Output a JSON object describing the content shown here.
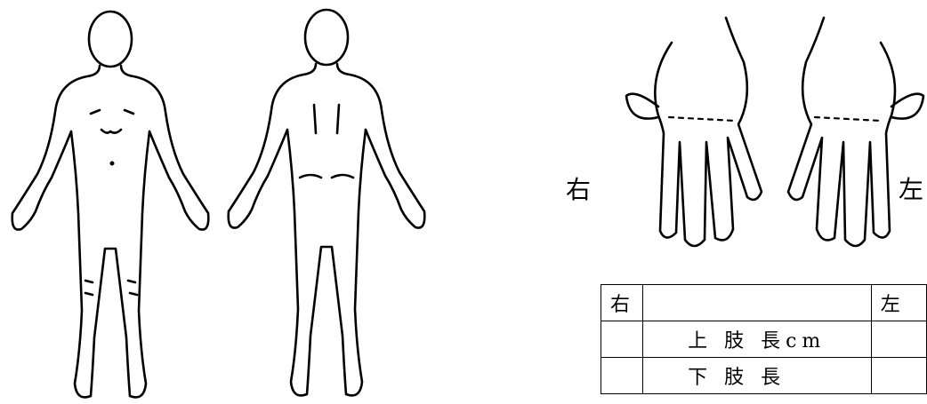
{
  "hands": {
    "right_label": "右",
    "left_label": "左"
  },
  "table": {
    "header": {
      "right": "右",
      "middle": "",
      "left": "左"
    },
    "rows": [
      {
        "label": "上 肢 長cm",
        "right": "",
        "left": ""
      },
      {
        "label": "下 肢 長",
        "right": "",
        "left": ""
      }
    ]
  }
}
